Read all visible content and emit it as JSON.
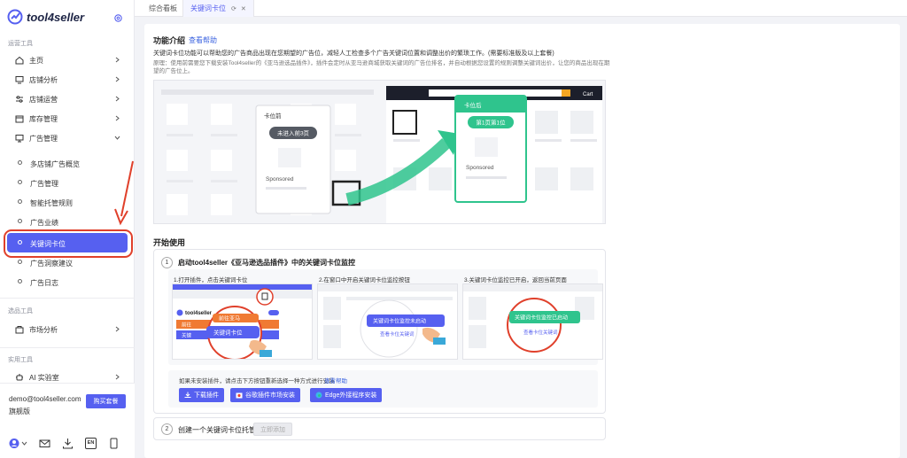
{
  "app": {
    "logo_text": "tool4seller"
  },
  "sidebar": {
    "section_ops": "运营工具",
    "section_select": "选品工具",
    "section_practical": "实用工具",
    "items": {
      "home": "主页",
      "store_analysis": "店铺分析",
      "store_ops": "店铺运营",
      "inventory": "库存管理",
      "ad_mgmt": "广告管理",
      "market": "市场分析",
      "ai_lab": "AI 实验室"
    },
    "ad_sub": [
      {
        "label": "多店铺广告概览"
      },
      {
        "label": "广告管理"
      },
      {
        "label": "智能托管规则"
      },
      {
        "label": "广告业绩"
      },
      {
        "label": "关键词卡位"
      },
      {
        "label": "广告洞察建议"
      },
      {
        "label": "广告日志"
      }
    ],
    "account": {
      "email": "demo@tool4seller.com",
      "edition": "旗舰版",
      "buy_label": "购买套餐"
    },
    "lang_badge": "EN"
  },
  "tabs": [
    {
      "label": "综合看板"
    },
    {
      "label": "关键词卡位"
    }
  ],
  "intro": {
    "title": "功能介绍",
    "help": "查看帮助",
    "desc": "关键词卡位功能可以帮助您的广告商品出现在您期望的广告位，减轻人工检查多个广告关键词位置和调整出价的繁琐工作。(需要标准版及以上套餐)",
    "principle": "原理：使用前需要您下载安装Tool4seller的《亚马逊选品插件》，插件会定时从亚马逊商城获取关键词的广告位排名，并自动根据您设置的规则调整关键词出价，让您的商品出现在期望的广告位上。",
    "before_label": "卡位前",
    "before_badge": "未进入前3页",
    "after_label": "卡位后",
    "after_badge": "第1页第1位",
    "sponsored": "Sponsored",
    "cart": "Cart"
  },
  "start": {
    "title": "开始使用",
    "step1_num": "1",
    "step1_title": "启动tool4seller《亚马逊选品插件》中的关键词卡位监控",
    "shots": [
      {
        "caption": "1.打开插件，点击关键词卡位"
      },
      {
        "caption": "2.在窗口中开启关键词卡位监控按钮"
      },
      {
        "caption": "3.关键词卡位监控已开启，返回当前页面"
      }
    ],
    "shot1_logo": "tool4seller",
    "shot1_pill_top": "前往亚马",
    "shot1_pill_main": "关键词卡位",
    "shot1_row1": "前往",
    "shot1_row2": "关键",
    "shot2_toast": "关键词卡位监控未启动",
    "shot2_sub": "查看卡位关键词",
    "shot3_toast": "关键词卡位监控已启动",
    "shot3_sub": "查看卡位关键词",
    "install_note": "如果未安装插件，请点击下方按钮重新选择一种方式进行安装",
    "install_help": "查看帮助",
    "buttons": {
      "download": "下载插件",
      "chrome": "谷歌插件市场安装",
      "edge": "Edge外接程序安装"
    },
    "step2_num": "2",
    "step2_title": "创建一个关键词卡位托管",
    "step2_button": "立即添加"
  },
  "colors": {
    "accent": "#5660f0",
    "green": "#2fc48d",
    "highlight": "#e0402b",
    "orange": "#f07a33"
  }
}
